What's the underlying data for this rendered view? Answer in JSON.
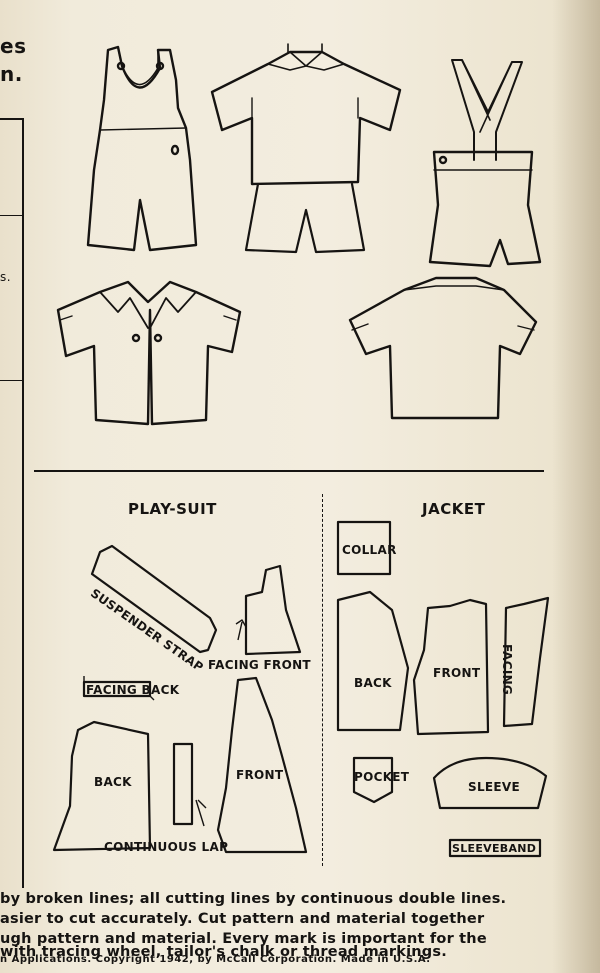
{
  "edge_text": {
    "line1": "es",
    "line2": "n.",
    "line3": "s."
  },
  "sections": {
    "playsuit": "PLAY-SUIT",
    "jacket": "JACKET"
  },
  "pieces": {
    "suspender_strap": "SUSPENDER STRAP",
    "facing_front": "FACING FRONT",
    "facing_back": "FACING BACK",
    "back_playsuit": "BACK",
    "front_playsuit": "FRONT",
    "continuous_lap": "CONTINUOUS LAP",
    "collar": "COLLAR",
    "back_jacket": "BACK",
    "front_jacket": "FRONT",
    "facing_jacket": "FACING",
    "pocket": "POCKET",
    "sleeve": "SLEEVE",
    "sleeveband": "SLEEVEBAND"
  },
  "footer": {
    "line1": "by broken lines; all cutting lines by continuous double lines.",
    "line2": "asier to cut accurately. Cut pattern and material together",
    "line3": "ugh pattern and material. Every mark is important for the",
    "line4": "with tracing wheel, tailor's chalk or thread markings.",
    "line5": "n Applications. Copyright 1942, by McCall Corporation. Made in U.S.A."
  }
}
